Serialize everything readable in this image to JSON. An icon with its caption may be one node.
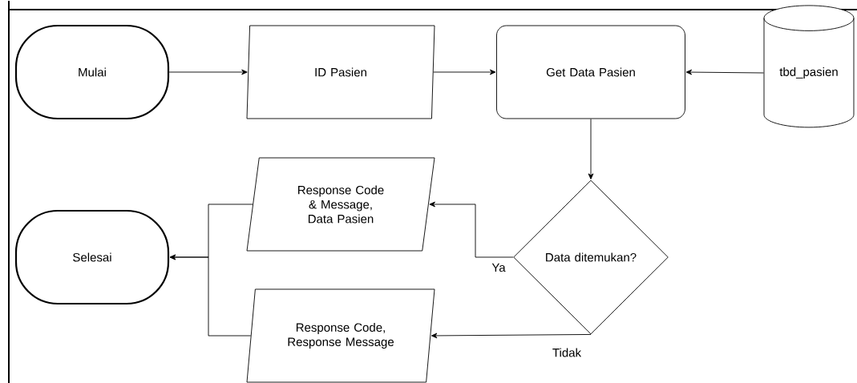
{
  "diagram": {
    "nodes": [
      {
        "text": [
          "Mulai"
        ]
      },
      {
        "text": [
          "ID Pasien"
        ]
      },
      {
        "text": [
          "Get Data Pasien"
        ]
      },
      {
        "text": [
          "tbd_pasien"
        ]
      },
      {
        "text": [
          "Data ditemukan?"
        ]
      },
      {
        "text": [
          "Response Code & Message, Data Pasien"
        ]
      },
      {
        "text": [
          "Selesai"
        ]
      },
      {
        "text": [
          "Response Code, Response Message"
        ]
      }
    ],
    "edges": [
      {
        "from": 0,
        "to": 1,
        "arrow": "to"
      },
      {
        "from": 1,
        "to": 2,
        "arrow": "to"
      },
      {
        "from": 3,
        "to": 2,
        "arrow": "to"
      },
      {
        "from": 2,
        "to": 4,
        "arrow": "to"
      },
      {
        "from": 4,
        "to": 5,
        "arrow": "to",
        "label": "Ya"
      },
      {
        "from": 4,
        "to": 7,
        "arrow": "to",
        "label": "Tidak"
      },
      {
        "from": 5,
        "to": 6,
        "arrow": "to"
      },
      {
        "from": 7,
        "to": 6,
        "arrow": "to"
      }
    ]
  }
}
